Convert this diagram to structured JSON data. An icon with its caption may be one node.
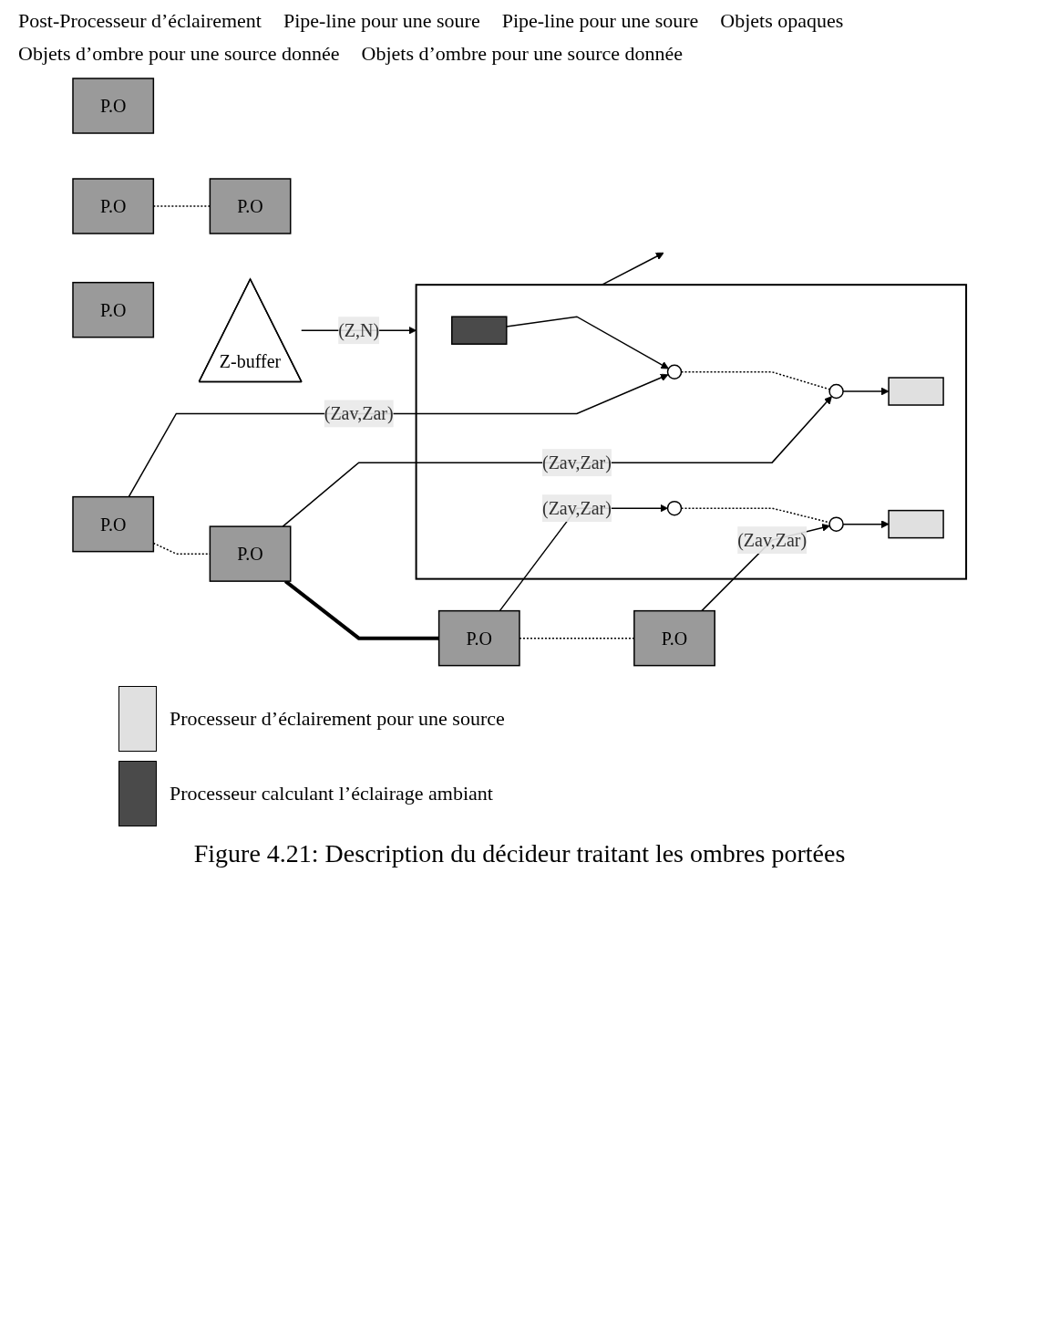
{
  "diagram": {
    "caption": "Figure 4.21: Description du décideur traitant les ombres portées",
    "nodes": [
      {
        "text": [
          "P.O"
        ]
      },
      {
        "text": [
          "P.O"
        ]
      },
      {
        "text": [
          "P.O"
        ]
      },
      {
        "text": [
          "P.O"
        ]
      },
      {
        "text": [
          "Z-buffer"
        ]
      },
      {
        "text": [],
        "shape": "box"
      },
      {
        "text": [],
        "shape": "box",
        "in": 5
      },
      {
        "text": [],
        "shape": "circle",
        "in": 5
      },
      {
        "text": [],
        "shape": "circle",
        "in": 5
      },
      {
        "text": [],
        "shape": "box",
        "in": 5
      },
      {
        "text": [],
        "shape": "circle",
        "in": 5
      },
      {
        "text": [],
        "shape": "circle",
        "in": 5
      },
      {
        "text": [],
        "shape": "box",
        "in": 5
      },
      {
        "text": [
          "P.O"
        ]
      },
      {
        "text": [
          "P.O"
        ]
      },
      {
        "text": [
          "P.O"
        ]
      },
      {
        "text": [
          "P.O"
        ]
      }
    ],
    "edges": [
      {
        "from": 1,
        "to": 2,
        "arrow": "none",
        "style": "dashed"
      },
      {
        "from": 4,
        "to": 5,
        "arrow": "to",
        "label": "(Z,N)"
      },
      {
        "from": 6,
        "to": 7,
        "arrow": "to"
      },
      {
        "from": 7,
        "to": 8,
        "arrow": "none",
        "style": "dashed"
      },
      {
        "from": 8,
        "to": 9,
        "arrow": "to"
      },
      {
        "from": 10,
        "to": 11,
        "arrow": "none",
        "style": "dashed"
      },
      {
        "from": 11,
        "to": 12,
        "arrow": "to"
      },
      {
        "from": 5,
        "to": null,
        "arrow": "to"
      },
      {
        "from": 13,
        "to": 7,
        "arrow": "to",
        "label": "(Zav,Zar)"
      },
      {
        "from": 13,
        "to": 14,
        "arrow": "none",
        "style": "dashed"
      },
      {
        "from": 14,
        "to": 8,
        "arrow": "to",
        "label": "(Zav,Zar)"
      },
      {
        "from": 14,
        "to": 15,
        "arrow": "none",
        "style": "thick"
      },
      {
        "from": 15,
        "to": 10,
        "arrow": "to",
        "label": "(Zav,Zar)"
      },
      {
        "from": 15,
        "to": 16,
        "arrow": "none",
        "style": "dashed"
      },
      {
        "from": 16,
        "to": 11,
        "arrow": "to",
        "label": "(Zav,Zar)"
      }
    ],
    "labels": [
      "Post-Processeur d’éclairement",
      "Pipe-line pour une soure",
      "Pipe-line pour une soure",
      "Objets opaques",
      "Objets d’ombre pour une source donnée",
      "Objets d’ombre pour une source donnée"
    ],
    "legend": [
      {
        "text": "Processeur d’éclairement pour une source",
        "color": "#e0e0e0"
      },
      {
        "text": "Processeur calculant l’éclairage ambiant",
        "color": "#4a4a4a"
      }
    ]
  }
}
